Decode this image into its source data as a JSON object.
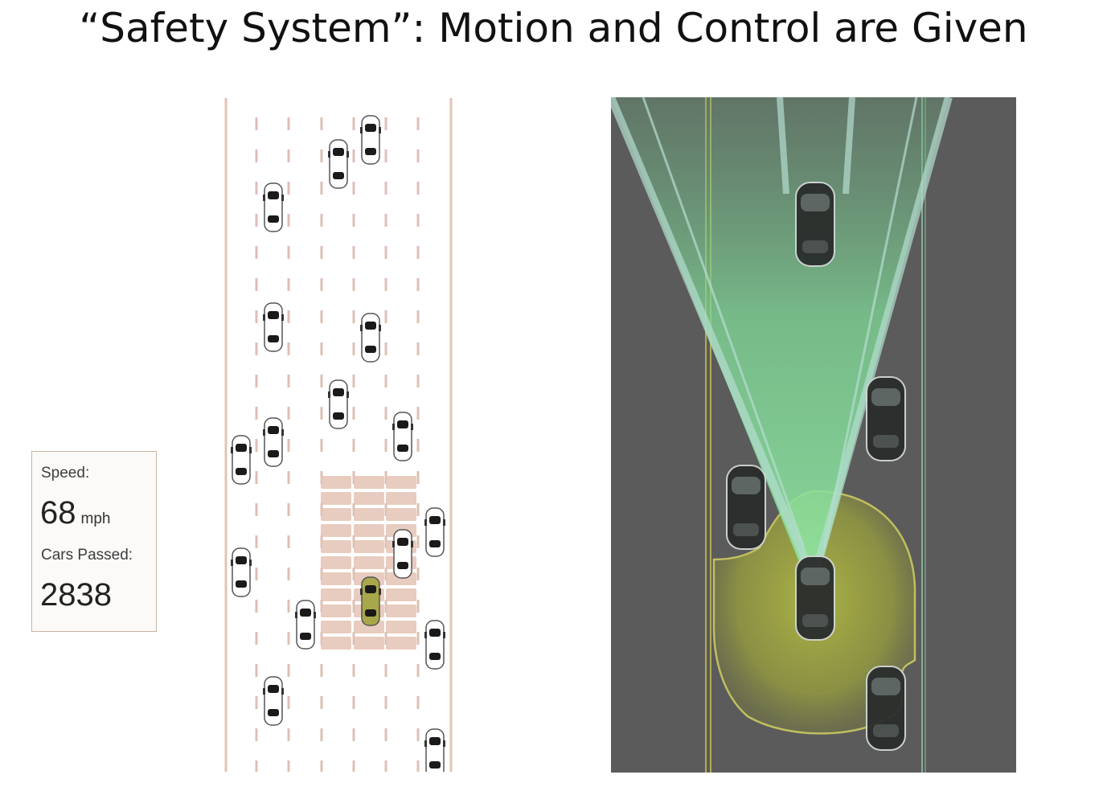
{
  "slide": {
    "title": "“Safety System”: Motion and Control are Given"
  },
  "stats": {
    "speed_label": "Speed:",
    "speed_value": "68",
    "speed_unit": "mph",
    "cars_label": "Cars Passed:",
    "cars_value": "2838"
  },
  "colors": {
    "road_line": "#e3c2b3",
    "lane_dash": "#dcc0b4",
    "grid_cell": "#e4c3b4",
    "ego_car": "#a8a84a",
    "sensor_road": "#5b5b5b",
    "sensor_cone": "#7fd796",
    "sensor_zone": "#a6ad3c"
  }
}
